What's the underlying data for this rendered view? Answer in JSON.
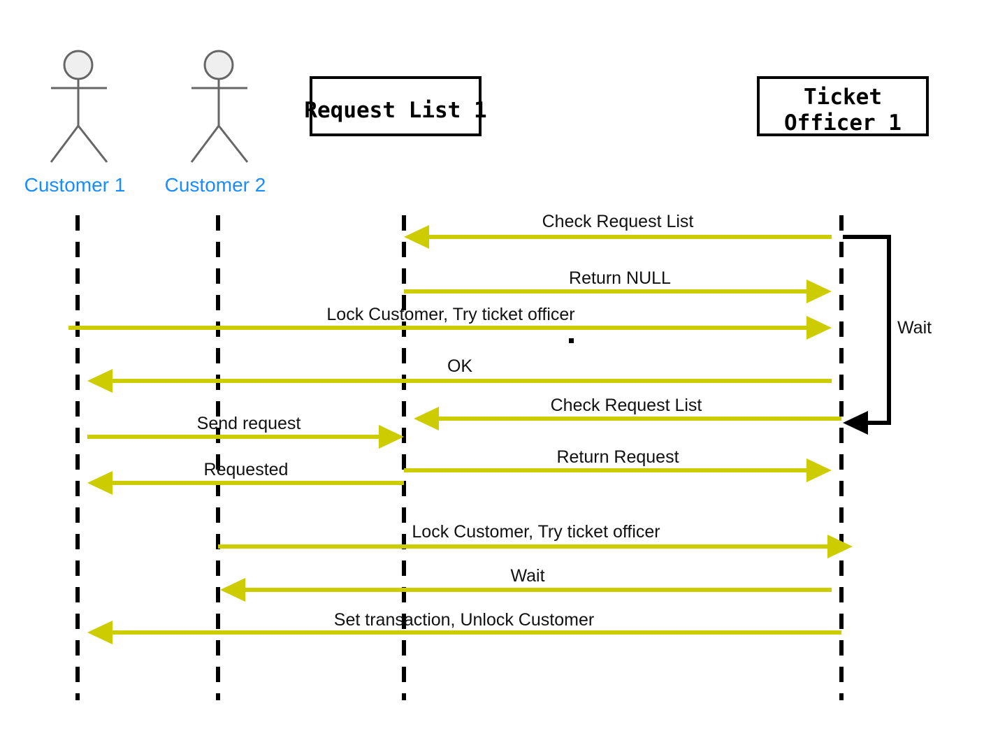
{
  "participants": [
    {
      "id": "c1",
      "kind": "actor",
      "name": "Customer 1"
    },
    {
      "id": "c2",
      "kind": "actor",
      "name": "Customer 2"
    },
    {
      "id": "rl",
      "kind": "box",
      "lines": [
        "Request List 1"
      ]
    },
    {
      "id": "to",
      "kind": "box",
      "lines": [
        "Ticket",
        "Officer 1"
      ]
    }
  ],
  "messages": [
    {
      "from": "to",
      "to": "rl",
      "label": "Check Request List"
    },
    {
      "from": "rl",
      "to": "to",
      "label": "Return NULL"
    },
    {
      "from": "c1",
      "to": "to",
      "label": "Lock Customer, Try ticket officer"
    },
    {
      "from": "to",
      "to": "c1",
      "label": "OK"
    },
    {
      "from": "to",
      "to": "rl",
      "label": "Check Request List"
    },
    {
      "from": "c1",
      "to": "rl",
      "label": "Send request"
    },
    {
      "from": "rl",
      "to": "to",
      "label": "Return Request"
    },
    {
      "from": "rl",
      "to": "c1",
      "label": "Requested"
    },
    {
      "from": "c2",
      "to": "to",
      "label": "Lock Customer, Try ticket officer"
    },
    {
      "from": "to",
      "to": "c2",
      "label": "Wait"
    },
    {
      "from": "to",
      "to": "c1",
      "label": "Set transaction, Unlock Customer"
    }
  ],
  "self_loop": {
    "participant": "to",
    "label": "Wait"
  },
  "colors": {
    "arrow": "#cccc00",
    "actor_name": "#1a8cff",
    "actor_figure": "#666666",
    "lifeline": "#000000"
  }
}
